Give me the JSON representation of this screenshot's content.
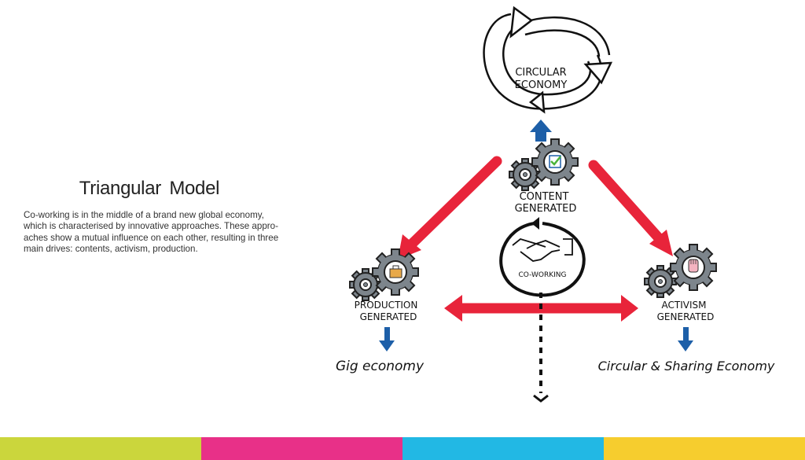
{
  "title": "Triangular Model",
  "description": "Co-working is in the middle of a brand new global economy, which is characterised by innovative approaches. These appro-aches show a mutual influence on each other, resulting in three main drives: contents, activism, production.",
  "diagram": {
    "top": {
      "label_line1": "CIRCULAR",
      "label_line2": "ECONOMY"
    },
    "content": {
      "line1": "CONTENT",
      "line2": "GENERATED",
      "icon": "checkbox-icon"
    },
    "center": {
      "label": "CO-WORKING",
      "icon": "handshake-icon"
    },
    "production": {
      "line1": "PRODUCTION",
      "line2": "GENERATED",
      "icon": "briefcase-icon",
      "outcome": "Gig economy"
    },
    "activism": {
      "line1": "ACTIVISM",
      "line2": "GENERATED",
      "icon": "fist-icon",
      "outcome": "Circular & Sharing Economy"
    }
  },
  "colors": {
    "arrow_red": "#e8243a",
    "arrow_blue": "#1d5fa8",
    "gear_gray": "#7d858c",
    "band": [
      "#cbd63c",
      "#e83088",
      "#22b8e4",
      "#f6cd2e"
    ]
  }
}
